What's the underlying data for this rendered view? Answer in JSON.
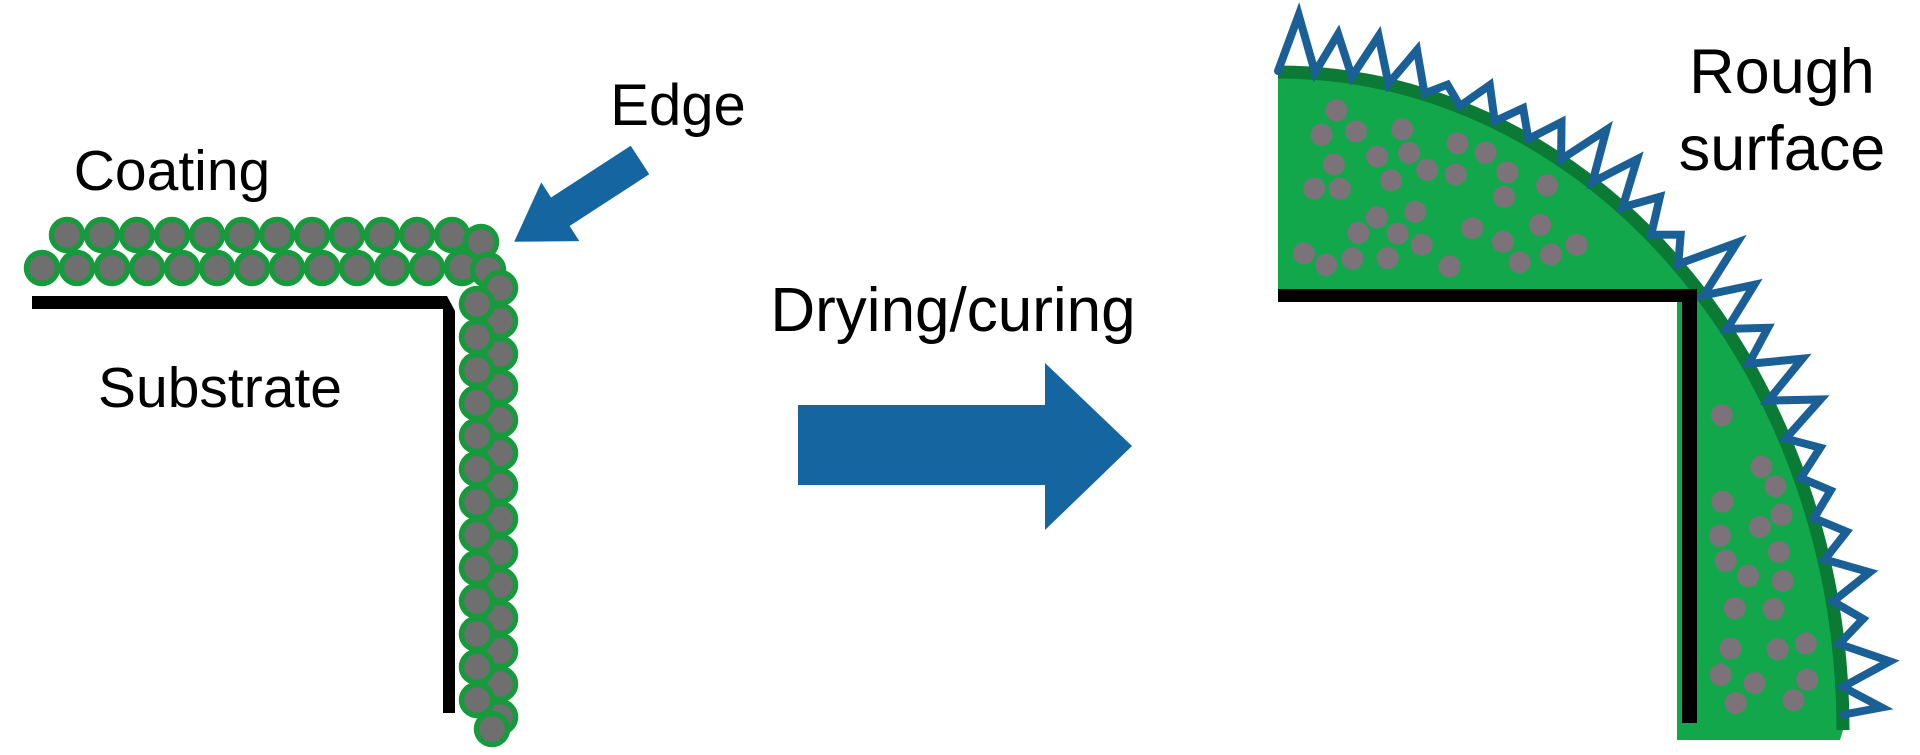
{
  "figure": {
    "left": {
      "coating_label": "Coating",
      "substrate_label": "Substrate",
      "edge_label": "Edge"
    },
    "middle": {
      "process_label": "Drying/curing"
    },
    "right": {
      "label_line1": "Rough",
      "label_line2": "surface"
    }
  },
  "colors": {
    "background": "#ffffff",
    "text_black": "#000000",
    "substrate_black": "#000000",
    "arrow_blue": "#1565a0",
    "rough_edge_blue": "#1a5f96",
    "coating_green": "#12a74b",
    "coating_green_dark": "#0b7a35",
    "particle_fill": "#6f6f6f",
    "particle_stroke": "#169a3c",
    "dot_fill": "#7b7379"
  }
}
